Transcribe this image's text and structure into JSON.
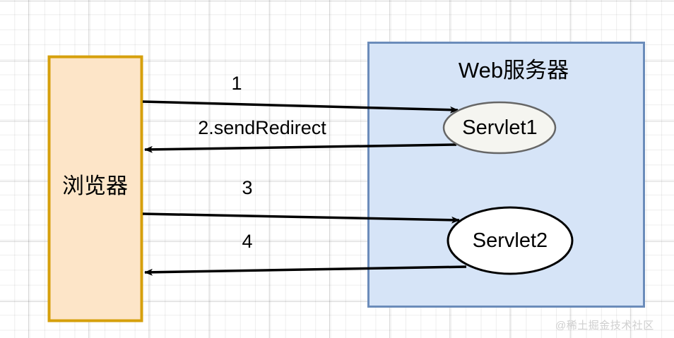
{
  "diagram": {
    "title_text": "Web服务器",
    "browser_box": {
      "label": "浏览器",
      "fill": "#fde5c8",
      "stroke": "#d6a00c"
    },
    "server_box": {
      "label": "Web服务器",
      "fill": "#d6e4f7",
      "stroke": "#6b8cba"
    },
    "nodes": [
      {
        "id": "servlet1",
        "label": "Servlet1",
        "fill": "#f5f5f0",
        "stroke": "#666666"
      },
      {
        "id": "servlet2",
        "label": "Servlet2",
        "fill": "#ffffff",
        "stroke": "#000000"
      }
    ],
    "edges": [
      {
        "id": "edge-1",
        "label": "1",
        "from": "browser",
        "to": "servlet1",
        "direction": "right"
      },
      {
        "id": "edge-2",
        "label": "2.sendRedirect",
        "from": "servlet1",
        "to": "browser",
        "direction": "left"
      },
      {
        "id": "edge-3",
        "label": "3",
        "from": "browser",
        "to": "servlet2",
        "direction": "right"
      },
      {
        "id": "edge-4",
        "label": "4",
        "from": "servlet2",
        "to": "browser",
        "direction": "left"
      }
    ],
    "watermark": "@稀土掘金技术社区",
    "colors": {
      "arrow": "#000000",
      "grid_minor": "#f0f0f0",
      "grid_major": "#d8d8d8",
      "background": "#ffffff",
      "watermark": "#cfcfcf"
    }
  }
}
